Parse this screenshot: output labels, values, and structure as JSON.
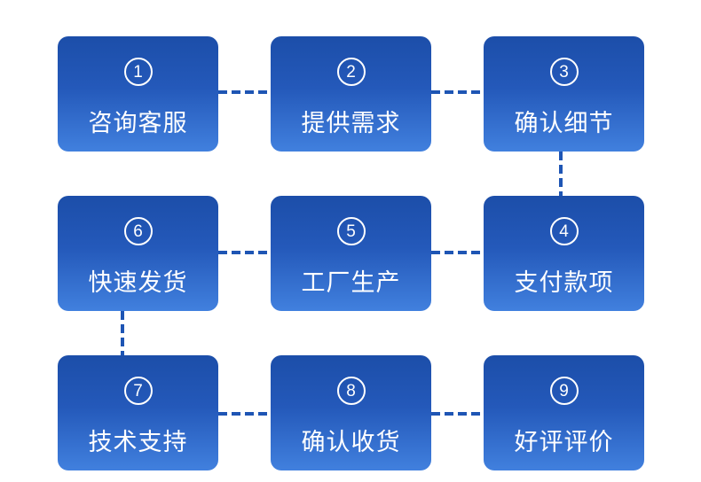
{
  "diagram": {
    "title": "order-process-flow",
    "cards": [
      {
        "number": "1",
        "label": "咨询客服"
      },
      {
        "number": "2",
        "label": "提供需求"
      },
      {
        "number": "3",
        "label": "确认细节"
      },
      {
        "number": "6",
        "label": "快速发货"
      },
      {
        "number": "5",
        "label": "工厂生产"
      },
      {
        "number": "4",
        "label": "支付款项"
      },
      {
        "number": "7",
        "label": "技术支持"
      },
      {
        "number": "8",
        "label": "确认收货"
      },
      {
        "number": "9",
        "label": "好评评价"
      }
    ],
    "flow_order": [
      "咨询客服",
      "提供需求",
      "确认细节",
      "支付款项",
      "工厂生产",
      "快速发货",
      "技术支持",
      "确认收货",
      "好评评价"
    ],
    "colors": {
      "background": "#ffffff",
      "card_gradient_top": "#1c4ea9",
      "card_gradient_bottom": "#4180de",
      "connector": "#1e55b4",
      "text": "#ffffff"
    }
  }
}
